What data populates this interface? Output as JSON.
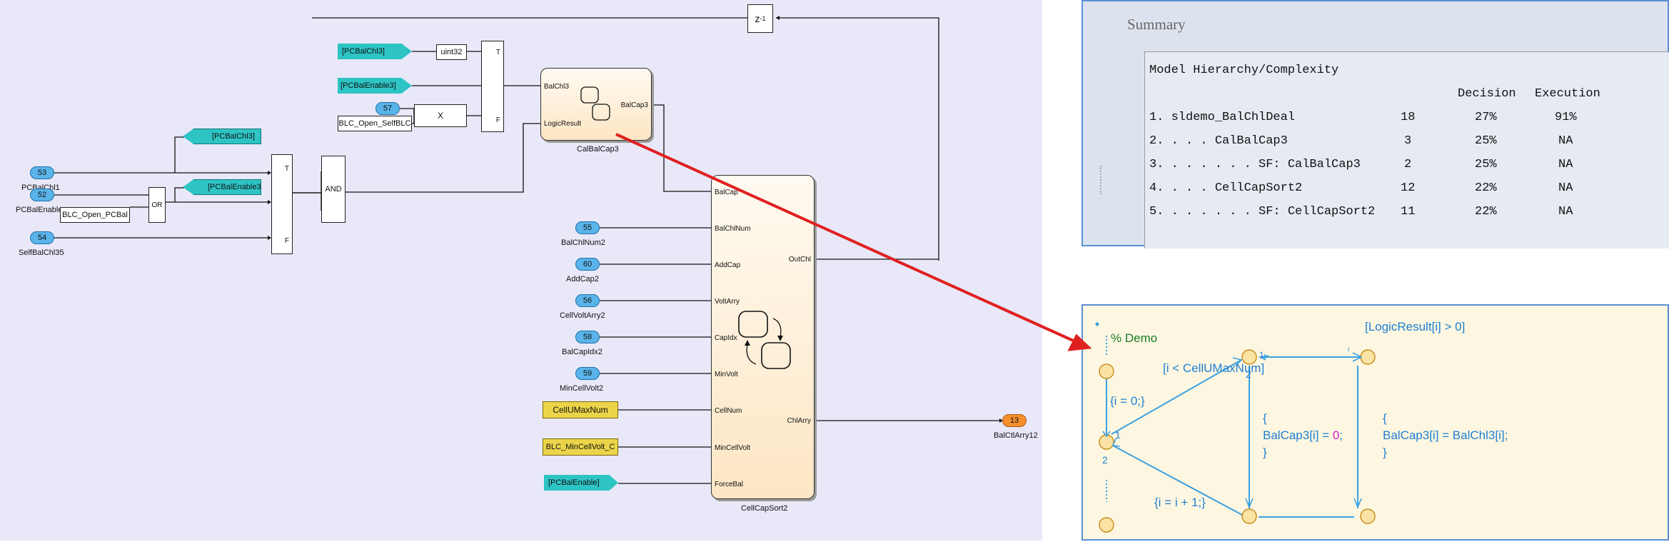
{
  "diagram": {
    "inports": [
      {
        "num": "53",
        "label": "PCBalChl1"
      },
      {
        "num": "52",
        "label": "PCBalEnable"
      },
      {
        "num": "54",
        "label": "SelfBalChl35"
      },
      {
        "num": "57",
        "label": ""
      },
      {
        "num": "55",
        "label": "BalChlNum2"
      },
      {
        "num": "60",
        "label": "AddCap2"
      },
      {
        "num": "56",
        "label": "CellVoltArry2"
      },
      {
        "num": "58",
        "label": "BalCapIdx2"
      },
      {
        "num": "59",
        "label": "MinCellVolt2"
      }
    ],
    "outport": {
      "num": "13",
      "label": "BalCtlArry12"
    },
    "gotos": [
      "[PCBalChl3]",
      "[PCBalEnable3]"
    ],
    "froms": [
      "[PCBalChl3]",
      "[PCBalEnable3]",
      "[PCBalEnable]"
    ],
    "constants": [
      "BLC_Open_PCBal",
      "BLC_Open_SelfBLC",
      "CellUMaxNum",
      "BLC_MinCellVolt_C"
    ],
    "blocks": {
      "uint32": "uint32",
      "mult": "X",
      "or": "OR",
      "and": "AND",
      "delay": "z",
      "delay_sup": "-1",
      "sw_t": "T",
      "sw_f": "F"
    },
    "chart1": {
      "name": "CalBalCap3",
      "inputs": [
        "BalChl3",
        "LogicResult"
      ],
      "outputs": [
        "BalCap3"
      ]
    },
    "chart2": {
      "name": "CellCapSort2",
      "inputs": [
        "BalCap",
        "BalChlNum",
        "AddCap",
        "VoltArry",
        "CapIdx",
        "MinVolt",
        "CellNum",
        "MinCellVolt",
        "ForceBal"
      ],
      "outputs": [
        "OutChl",
        "ChlArry"
      ]
    }
  },
  "summary": {
    "title": "Summary",
    "heading": "Model Hierarchy/Complexity",
    "col_decision": "Decision",
    "col_execution": "Execution",
    "rows": [
      {
        "name": "1. sldemo_BalChlDeal",
        "count": "18",
        "decision": "27%",
        "execution": "91%"
      },
      {
        "name": "2. . . . CalBalCap3",
        "count": "3",
        "decision": "25%",
        "execution": "NA"
      },
      {
        "name": "3. . . . . . . SF: CalBalCap3",
        "count": "2",
        "decision": "25%",
        "execution": "NA"
      },
      {
        "name": "4. . . . CellCapSort2",
        "count": "12",
        "decision": "22%",
        "execution": "NA"
      },
      {
        "name": "5. . . . . . . SF: CellCapSort2",
        "count": "11",
        "decision": "22%",
        "execution": "NA"
      }
    ]
  },
  "stateflow": {
    "comment": "% Demo",
    "guard_top": "[LogicResult[i] > 0]",
    "guard_left": "[i < CellUMaxNum]",
    "init_action": "{i = 0;}",
    "incr_action": "{i = i + 1;}",
    "action_mid_open": "{",
    "action_mid_var": "BalCap3[i] = ",
    "action_mid_val": "0",
    "action_mid_end": ";",
    "action_mid_close": "}",
    "action_right_open": "{",
    "action_right_body": "BalCap3[i] = BalChl3[i];",
    "action_right_close": "}",
    "order_1": "1",
    "order_2": "2",
    "order_top2": "2",
    "order_top1": "1"
  }
}
